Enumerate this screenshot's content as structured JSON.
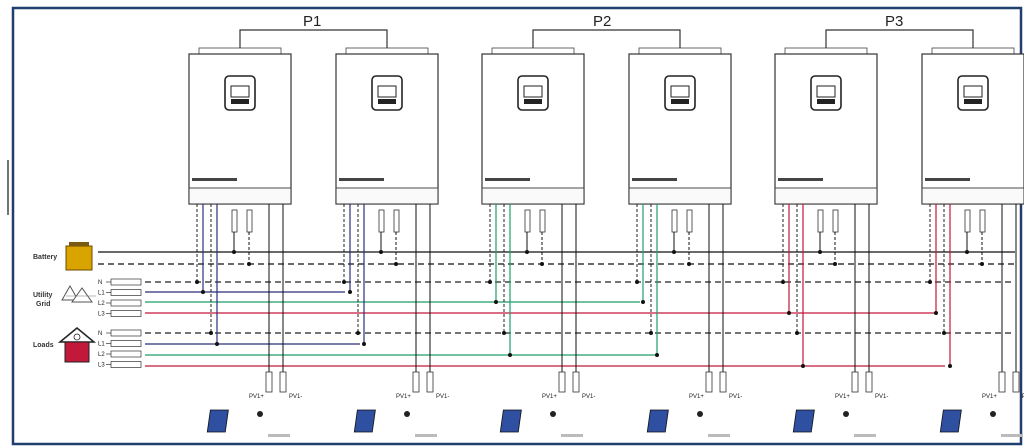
{
  "phases": [
    {
      "label": "P1"
    },
    {
      "label": "P2"
    },
    {
      "label": "P3"
    }
  ],
  "sources": {
    "battery_label": "Battery",
    "utility_label_line1": "Utility",
    "utility_label_line2": "Grid",
    "loads_label": "Loads"
  },
  "terminals": [
    "N",
    "L1",
    "L2",
    "L3"
  ],
  "pv_labels": {
    "plus": "PV1+",
    "minus": "PV1-"
  },
  "colors": {
    "frame": "#1f3f6e",
    "n_line": "#222222",
    "l1_line": "#2b2f7a",
    "l2_line": "#1f9e6a",
    "l3_line": "#c2183a",
    "battery": "#d9a300",
    "solar": "#2f4fa0"
  }
}
